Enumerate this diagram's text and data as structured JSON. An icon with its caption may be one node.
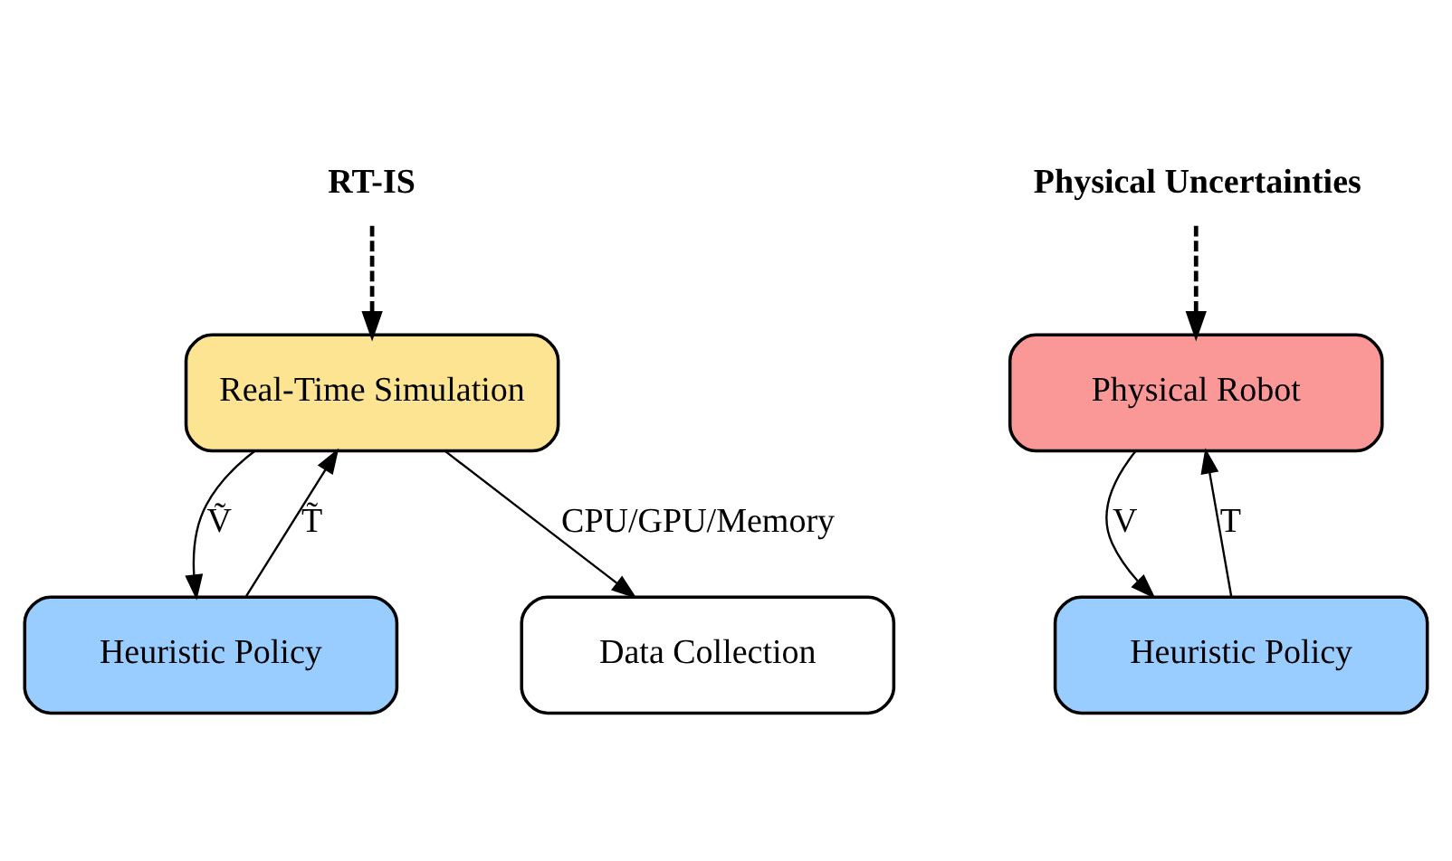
{
  "diagram": {
    "nodes": [
      {
        "text": [
          "Data Collection"
        ]
      },
      {
        "text": [
          "Heuristic Policy"
        ]
      },
      {
        "text": [
          "Real-Time Simulation"
        ]
      },
      {
        "text": [
          "Heuristic Policy"
        ]
      },
      {
        "text": [
          "Physical Robot"
        ]
      },
      {
        "text": [
          "RT-IS"
        ]
      },
      {
        "text": [
          "Physical Uncertainties"
        ]
      }
    ],
    "edges": [
      {
        "from": 2,
        "to": 0,
        "arrow": "to",
        "label": "CPU/GPU/Memory"
      },
      {
        "from": 2,
        "to": 1,
        "arrow": "to",
        "label": "Ṽ"
      },
      {
        "from": 1,
        "to": 2,
        "arrow": "to",
        "label": "T̃"
      },
      {
        "from": 5,
        "to": 2,
        "arrow": "to",
        "style": "dashed"
      },
      {
        "from": 4,
        "to": 3,
        "arrow": "to",
        "label": "V"
      },
      {
        "from": 3,
        "to": 4,
        "arrow": "to",
        "label": "T"
      },
      {
        "from": 6,
        "to": 4,
        "arrow": "to",
        "style": "dashed"
      }
    ]
  }
}
